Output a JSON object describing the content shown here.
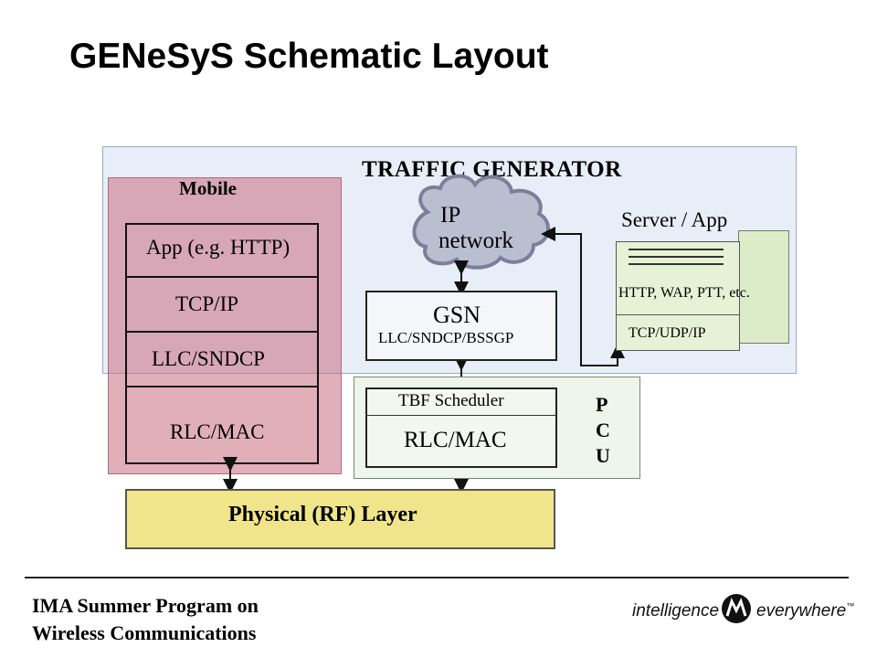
{
  "title": "GENeSyS Schematic Layout",
  "traffic_generator": {
    "label": "TRAFFIC GENERATOR"
  },
  "mobile": {
    "label": "Mobile",
    "layers": [
      "App (e.g. HTTP)",
      "TCP/IP",
      "LLC/SNDCP",
      "RLC/MAC"
    ]
  },
  "ip_network": {
    "line1": "IP",
    "line2": "network"
  },
  "gsn": {
    "label": "GSN",
    "sublabel": "LLC/SNDCP/BSSGP"
  },
  "server": {
    "label": "Server / App",
    "top": "HTTP, WAP, PTT, etc.",
    "bottom": "TCP/UDP/IP"
  },
  "pcu": {
    "label_p": "P",
    "label_c": "C",
    "label_u": "U",
    "scheduler": "TBF Scheduler",
    "rlc": "RLC/MAC"
  },
  "physical": {
    "label": "Physical (RF) Layer"
  },
  "footer": {
    "line1": "IMA Summer Program on",
    "line2": "Wireless Communications"
  },
  "brand": {
    "left": "intelligence",
    "right": "everywhere",
    "tm": "™"
  },
  "colors": {
    "traffic_bg": "#e8eef8",
    "mobile_bg": "#c86e82",
    "physical_bg": "#f0e58a",
    "server_bg": "#e6f2d6"
  }
}
